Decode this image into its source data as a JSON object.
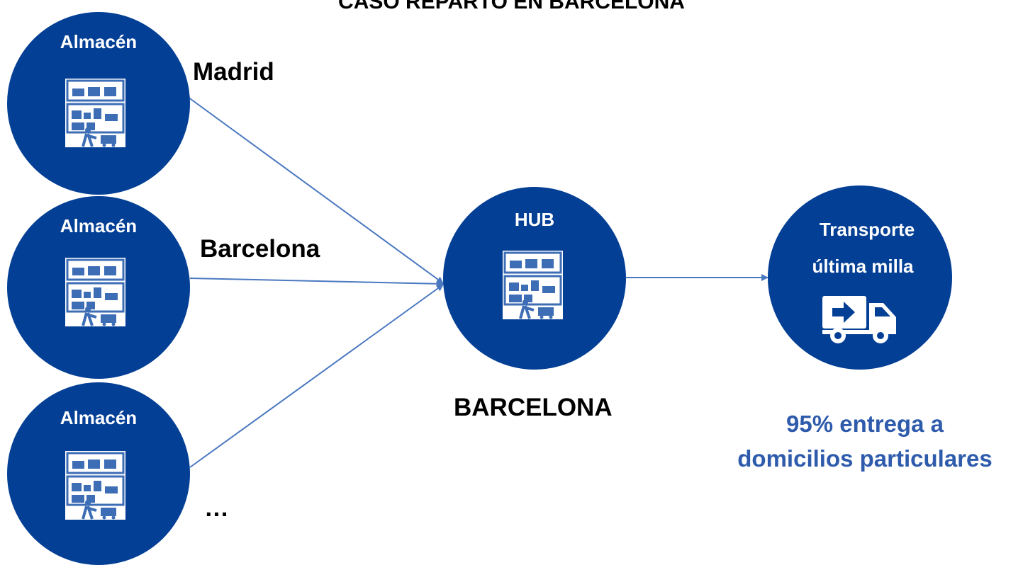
{
  "title": "CASO REPARTO EN BARCELONA",
  "warehouses": [
    {
      "label": "Almacén",
      "city": "Madrid",
      "icon": "warehouse-worker-icon"
    },
    {
      "label": "Almacén",
      "city": "Barcelona",
      "icon": "warehouse-worker-icon"
    },
    {
      "label": "Almacén",
      "city": "…",
      "icon": "warehouse-worker-icon"
    }
  ],
  "hub": {
    "label": "HUB",
    "location": "BARCELONA",
    "icon": "warehouse-worker-icon"
  },
  "last_mile": {
    "label_line1": "Transporte",
    "label_line2": "última milla",
    "icon": "delivery-truck-icon",
    "note_line1": "95% entrega a",
    "note_line2": "domicilios particulares"
  },
  "colors": {
    "node_fill": "#033f95",
    "connector": "#4a78c0",
    "note_text": "#2e5bab",
    "icon_blue": "#3c6db5"
  }
}
